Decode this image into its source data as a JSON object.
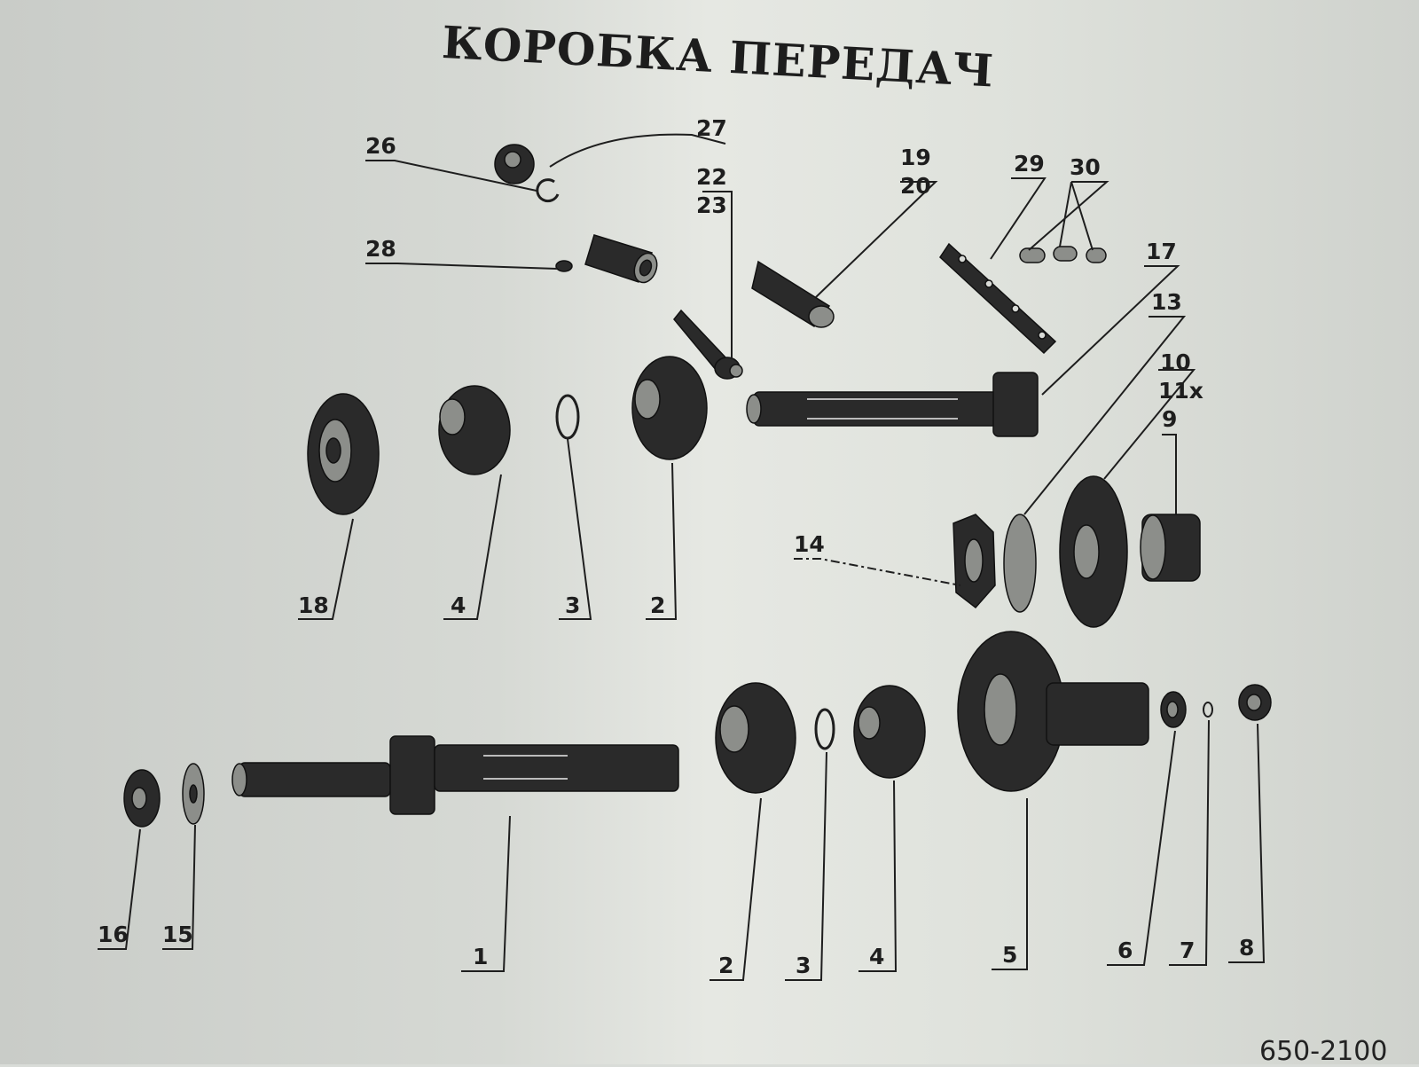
{
  "title": "КОРОБКА ПЕРЕДАЧ",
  "footer_code": "650-2100",
  "callouts": {
    "c26": "26",
    "c27": "27",
    "c28": "28",
    "c22_23_a": "22",
    "c22_23_b": "23",
    "c19_20_a": "19",
    "c19_20_b": "20",
    "c29": "29",
    "c30": "30",
    "c17": "17",
    "c13": "13",
    "c10_11_a": "10",
    "c10_11_b": "11x",
    "c9": "9",
    "c14": "14",
    "c18": "18",
    "c4_top": "4",
    "c3_top": "3",
    "c2_top": "2",
    "c16": "16",
    "c15": "15",
    "c1": "1",
    "c2_bot": "2",
    "c3_bot": "3",
    "c4_bot": "4",
    "c5": "5",
    "c6": "6",
    "c7": "7",
    "c8": "8"
  }
}
